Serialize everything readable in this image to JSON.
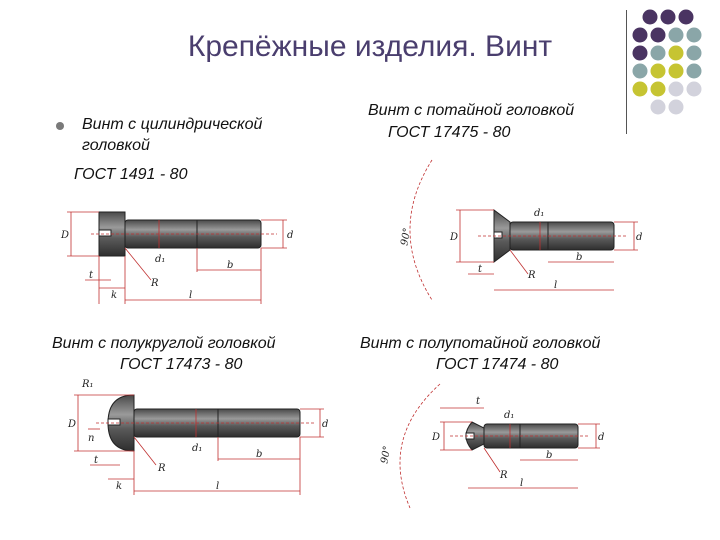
{
  "title": "Крепёжные изделия. Винт",
  "colors": {
    "accent_dark": "#4a3462",
    "accent_teal": "#8aa6a8",
    "accent_olive": "#c6c432",
    "accent_light": "#d2d2dc",
    "dim_lines": "#c03030"
  },
  "captions": {
    "cylindrical": {
      "line1": "Винт с цилиндрической",
      "line2": "головкой",
      "line3": "ГОСТ 1491 - 80"
    },
    "countersunk": {
      "line1": "Винт с потайной головкой",
      "line2": "ГОСТ 17475 - 80"
    },
    "round": {
      "line1": "Винт с полукруглой головкой",
      "line2": "ГОСТ 17473 - 80"
    },
    "raised_countersunk": {
      "line1": "Винт с полупотайной головкой",
      "line2": "ГОСТ 17474 - 80"
    }
  },
  "labels": {
    "D": "D",
    "d": "d",
    "d1": "d₁",
    "R": "R",
    "R1": "R₁",
    "b": "b",
    "l": "l",
    "k": "k",
    "t": "t",
    "n": "n",
    "a90": "90°"
  }
}
